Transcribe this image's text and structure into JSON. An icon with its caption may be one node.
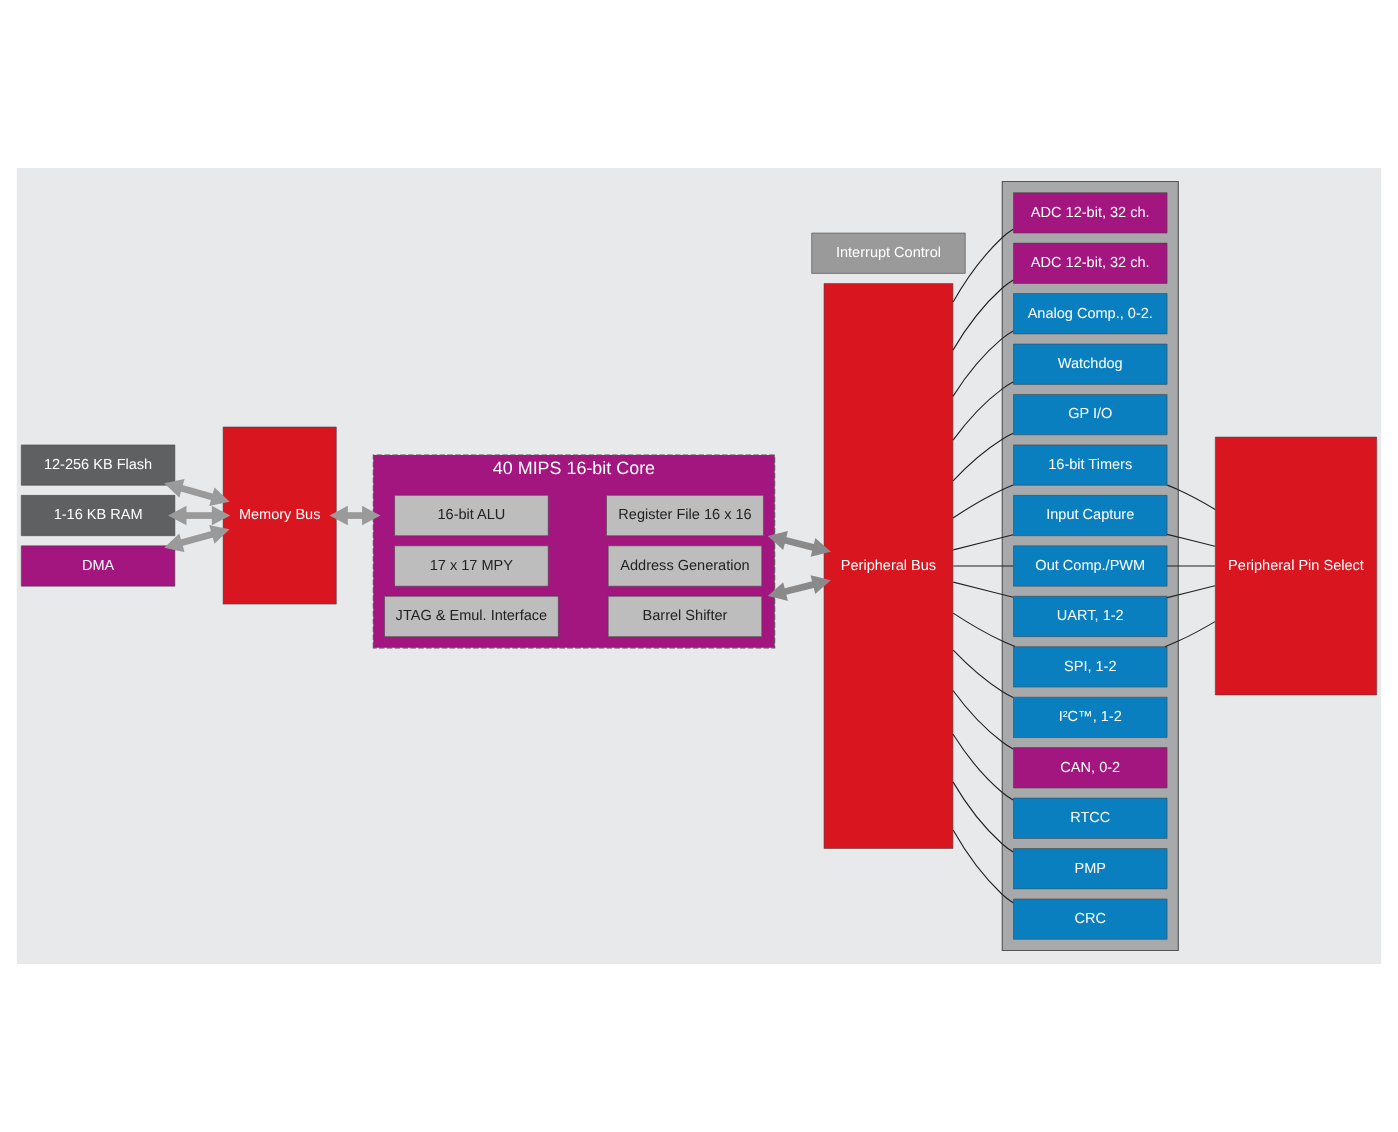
{
  "diagram": {
    "nodes": [
      {
        "text": [
          "12-256 KB Flash"
        ]
      },
      {
        "text": [
          "1-16 KB RAM"
        ]
      },
      {
        "text": [
          "DMA"
        ]
      },
      {
        "text": [
          "Memory Bus"
        ]
      },
      {
        "text": [
          "40 MIPS 16-bit Core"
        ]
      },
      {
        "text": [
          "16-bit ALU"
        ],
        "in": 4
      },
      {
        "text": [
          "Register File 16 x 16"
        ],
        "in": 4
      },
      {
        "text": [
          "17 x 17 MPY"
        ],
        "in": 4
      },
      {
        "text": [
          "Address Generation"
        ],
        "in": 4
      },
      {
        "text": [
          "JTAG & Emul. Interface"
        ],
        "in": 4
      },
      {
        "text": [
          "Barrel Shifter"
        ],
        "in": 4
      },
      {
        "text": [
          "Interrupt Control"
        ]
      },
      {
        "text": [
          "Peripheral Bus"
        ]
      },
      {
        "text": [],
        "shape": "box"
      },
      {
        "text": [
          "ADC 12-bit, 32 ch."
        ],
        "in": 13
      },
      {
        "text": [
          "ADC 12-bit, 32 ch."
        ],
        "in": 13
      },
      {
        "text": [
          "Analog Comp., 0-2."
        ],
        "in": 13
      },
      {
        "text": [
          "Watchdog"
        ],
        "in": 13
      },
      {
        "text": [
          "GP I/O"
        ],
        "in": 13
      },
      {
        "text": [
          "16-bit Timers"
        ],
        "in": 13
      },
      {
        "text": [
          "Input Capture"
        ],
        "in": 13
      },
      {
        "text": [
          "Out Comp./PWM"
        ],
        "in": 13
      },
      {
        "text": [
          "UART, 1-2"
        ],
        "in": 13
      },
      {
        "text": [
          "SPI, 1-2"
        ],
        "in": 13
      },
      {
        "text": [
          "I²C™, 1-2"
        ],
        "in": 13
      },
      {
        "text": [
          "CAN, 0-2"
        ],
        "in": 13
      },
      {
        "text": [
          "RTCC"
        ],
        "in": 13
      },
      {
        "text": [
          "PMP"
        ],
        "in": 13
      },
      {
        "text": [
          "CRC"
        ],
        "in": 13
      },
      {
        "text": [
          "Peripheral Pin Select"
        ]
      }
    ],
    "edges": [
      {
        "from": 0,
        "to": 3,
        "arrow": "both",
        "style": "thick",
        "color": "#9a9a9a"
      },
      {
        "from": 1,
        "to": 3,
        "arrow": "both",
        "style": "thick",
        "color": "#9a9a9a"
      },
      {
        "from": 2,
        "to": 3,
        "arrow": "both",
        "style": "thick",
        "color": "#9a9a9a"
      },
      {
        "from": 3,
        "to": 4,
        "arrow": "both",
        "style": "thick",
        "color": "#9a9a9a"
      },
      {
        "from": 4,
        "to": 12,
        "arrow": "both",
        "style": "thick",
        "color": "#8a8a8a"
      },
      {
        "from": 4,
        "to": 12,
        "arrow": "both",
        "style": "thick",
        "color": "#8a8a8a"
      },
      {
        "from": 12,
        "to": 14,
        "arrow": "none"
      },
      {
        "from": 12,
        "to": 15,
        "arrow": "none"
      },
      {
        "from": 12,
        "to": 16,
        "arrow": "none"
      },
      {
        "from": 12,
        "to": 17,
        "arrow": "none"
      },
      {
        "from": 12,
        "to": 18,
        "arrow": "none"
      },
      {
        "from": 12,
        "to": 19,
        "arrow": "none"
      },
      {
        "from": 12,
        "to": 20,
        "arrow": "none"
      },
      {
        "from": 12,
        "to": 21,
        "arrow": "none"
      },
      {
        "from": 12,
        "to": 22,
        "arrow": "none"
      },
      {
        "from": 12,
        "to": 23,
        "arrow": "none"
      },
      {
        "from": 12,
        "to": 24,
        "arrow": "none"
      },
      {
        "from": 12,
        "to": 25,
        "arrow": "none"
      },
      {
        "from": 12,
        "to": 26,
        "arrow": "none"
      },
      {
        "from": 12,
        "to": 27,
        "arrow": "none"
      },
      {
        "from": 12,
        "to": 28,
        "arrow": "none"
      },
      {
        "from": 19,
        "to": 29,
        "arrow": "none"
      },
      {
        "from": 20,
        "to": 29,
        "arrow": "none"
      },
      {
        "from": 21,
        "to": 29,
        "arrow": "none"
      },
      {
        "from": 22,
        "to": 29,
        "arrow": "none"
      },
      {
        "from": 23,
        "to": 29,
        "arrow": "none"
      }
    ]
  }
}
